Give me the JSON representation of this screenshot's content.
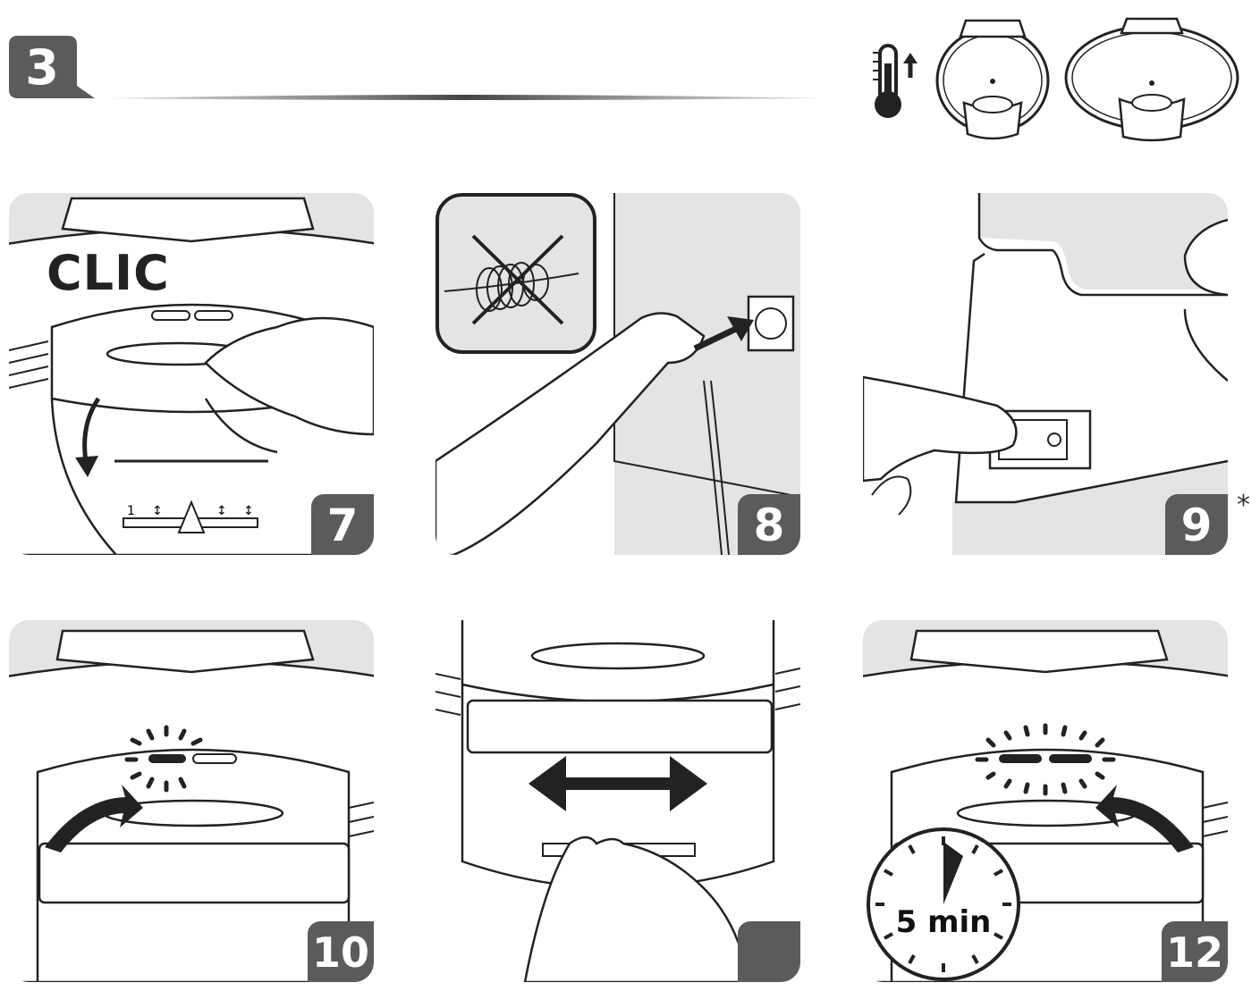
{
  "section": {
    "number": "3"
  },
  "steps": [
    {
      "number": "7",
      "label": "CLIC"
    },
    {
      "number": "8"
    },
    {
      "number": "9",
      "note": "*"
    },
    {
      "number": "10"
    },
    {
      "number": ""
    },
    {
      "number": "12",
      "timer": "5 min"
    }
  ],
  "icons": {
    "thermometer": "thermometer-up-icon",
    "appliance_small": "round-waffle-maker-icon",
    "appliance_large": "oval-waffle-maker-icon"
  },
  "colors": {
    "badge": "#5b5b5b",
    "panel": "#e4e4e4",
    "line": "#222222"
  }
}
